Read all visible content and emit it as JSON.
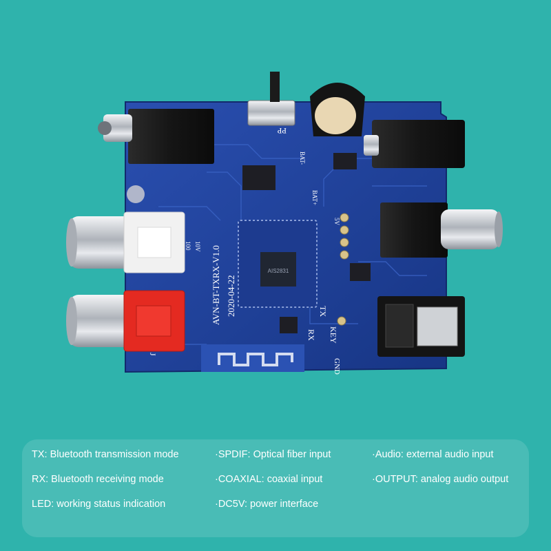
{
  "board": {
    "model": "AVN-BT-TXRX-V1.0",
    "date": "2020-04-22",
    "chip": "AIS2831",
    "silk": {
      "tx": "TX",
      "rx": "RX",
      "key": "KEY",
      "gnd": "GND",
      "bat_minus": "BAT-",
      "bat_plus": "BAT+",
      "v5": "5V",
      "pp": "PP",
      "cap1": "100",
      "cap2": "10V",
      "j": "J"
    }
  },
  "legend": {
    "col1": [
      {
        "key": "TX:",
        "text": "Bluetooth transmission mode"
      },
      {
        "key": "RX:",
        "text": "Bluetooth receiving mode"
      },
      {
        "key": "LED:",
        "text": "working status indication"
      }
    ],
    "col2": [
      {
        "key": "·SPDIF:",
        "text": "Optical fiber input"
      },
      {
        "key": "·COAXIAL:",
        "text": "coaxial input"
      },
      {
        "key": "·DC5V:",
        "text": "power interface"
      }
    ],
    "col3": [
      {
        "key": "·Audio:",
        "text": "external audio input"
      },
      {
        "key": "·OUTPUT:",
        "text": "analog audio output"
      }
    ]
  },
  "colors": {
    "background": "#2fb3ac",
    "pcb": "#1f3f9a",
    "rca_red": "#e42a21",
    "rca_white": "#f1f1f1",
    "metal": "#c9cdd3"
  }
}
